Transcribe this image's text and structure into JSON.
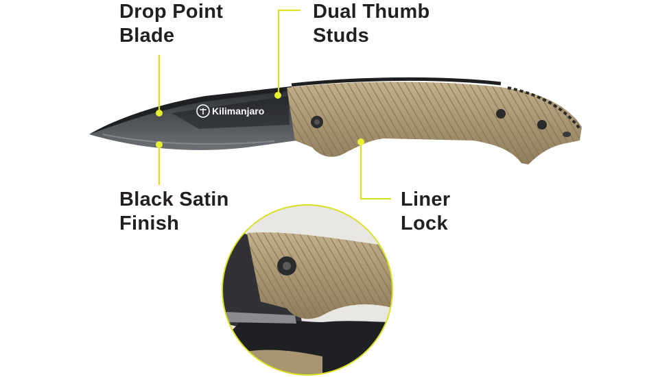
{
  "callouts": {
    "drop_point": {
      "line1": "Drop Point",
      "line2": "Blade"
    },
    "thumb_studs": {
      "line1": "Dual Thumb",
      "line2": "Studs"
    },
    "satin_finish": {
      "line1": "Black Satin",
      "line2": "Finish"
    },
    "liner_lock": {
      "line1": "Liner",
      "line2": "Lock"
    }
  },
  "blade_brand": "Kilimanjaro",
  "colors": {
    "leader": "#d9e021",
    "handle": "#a89572",
    "blade": "#3a3c40",
    "label_text": "#231f20"
  }
}
